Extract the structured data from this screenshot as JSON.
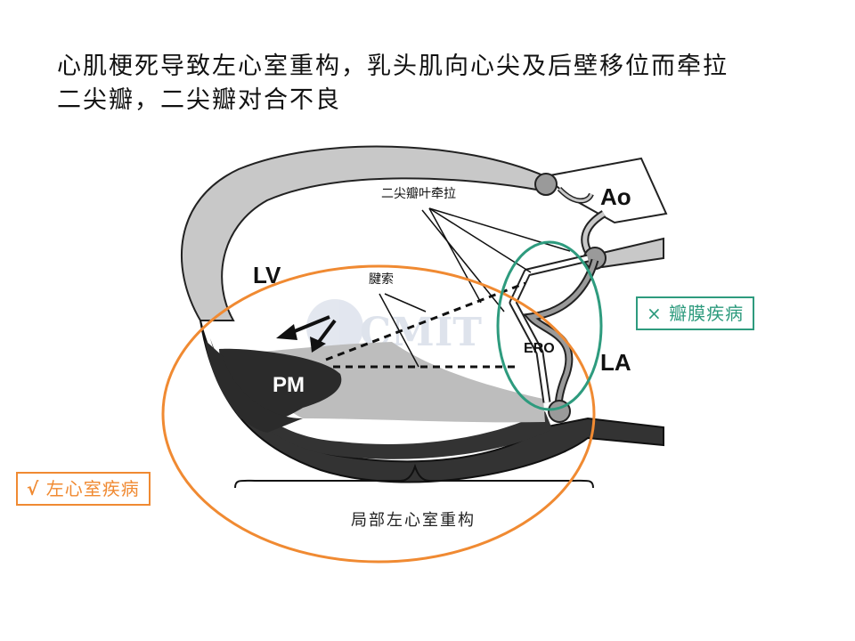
{
  "title": {
    "line1": "心肌梗死导致左心室重构，乳头肌向心尖及后壁移位而牵拉",
    "line2": "二尖瓣，二尖瓣对合不良"
  },
  "diagram": {
    "labels": {
      "ao": "Ao",
      "lv": "LV",
      "la": "LA",
      "pm": "PM",
      "ero": "ERO",
      "leaflet_tethering": "二尖瓣叶牵拉",
      "chordae": "腱索",
      "watermark": "CMIT"
    },
    "caption": "局部左心室重构"
  },
  "annotations": {
    "valve_box": {
      "mark": "×",
      "text": "瓣膜疾病",
      "color": "#2e9b7e"
    },
    "lv_box": {
      "mark": "√",
      "text": "左心室疾病",
      "color": "#f08a32"
    }
  }
}
